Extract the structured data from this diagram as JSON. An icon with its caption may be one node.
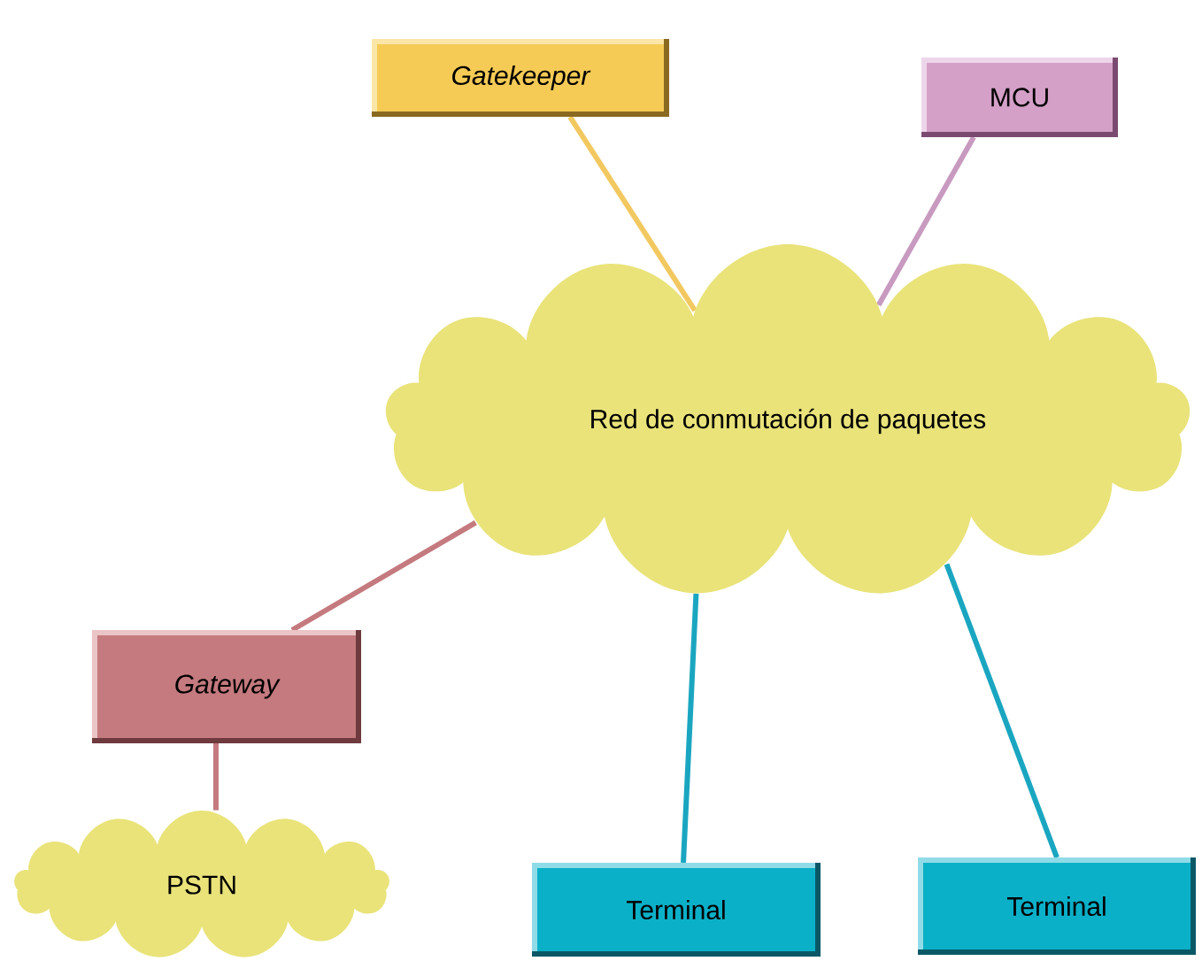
{
  "diagram": {
    "nodes": [
      {
        "text": [
          "Gatekeeper"
        ]
      },
      {
        "text": [
          "MCU"
        ]
      },
      {
        "text": [
          "Red de conmutación de paquetes"
        ]
      },
      {
        "text": [
          "Gateway"
        ]
      },
      {
        "text": [
          "PSTN"
        ]
      },
      {
        "text": [
          "Terminal"
        ]
      },
      {
        "text": [
          "Terminal"
        ]
      }
    ],
    "edges": [
      {
        "from": 0,
        "to": 2,
        "arrow": "none",
        "color": "#f2c860"
      },
      {
        "from": 1,
        "to": 2,
        "arrow": "none",
        "color": "#c89ac0"
      },
      {
        "from": 3,
        "to": 2,
        "arrow": "none",
        "color": "#c47a7e"
      },
      {
        "from": 3,
        "to": 4,
        "arrow": "none",
        "color": "#c47a7e"
      },
      {
        "from": 2,
        "to": 5,
        "arrow": "none",
        "color": "#1aa6c0"
      },
      {
        "from": 2,
        "to": 6,
        "arrow": "none",
        "color": "#1aa6c0"
      }
    ]
  }
}
